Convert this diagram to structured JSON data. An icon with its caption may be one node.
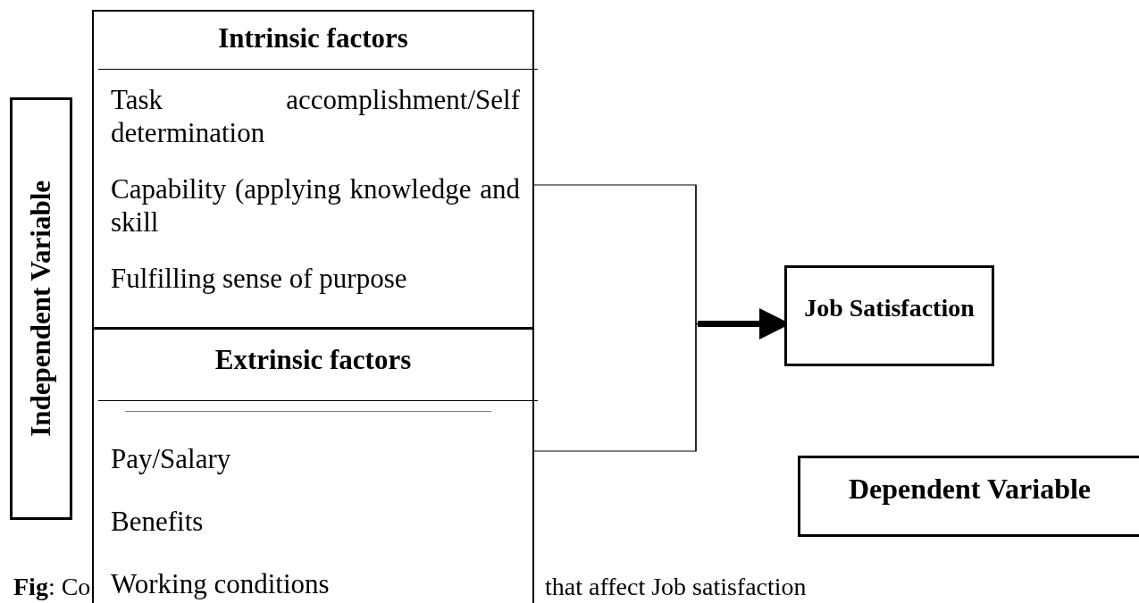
{
  "diagram": {
    "nodes": [
      {
        "text": [
          "Independent Variable"
        ]
      },
      {
        "text": [
          "Intrinsic factors",
          "Task accomplishment/Self determination",
          "Capability (applying knowledge and skill",
          "Fulfilling sense of purpose"
        ]
      },
      {
        "text": [
          "Extrinsic factors",
          "Pay/Salary",
          "Benefits",
          "Working conditions"
        ]
      },
      {
        "text": [
          "Job Satisfaction"
        ]
      },
      {
        "text": [
          "Dependent Variable"
        ]
      }
    ],
    "edges": [
      {
        "from": 1,
        "to": 3,
        "arrow": "to"
      },
      {
        "from": 2,
        "to": 3,
        "arrow": "to"
      }
    ],
    "labels": [
      "**Fig**: Co",
      "that affect Job satisfaction"
    ]
  }
}
